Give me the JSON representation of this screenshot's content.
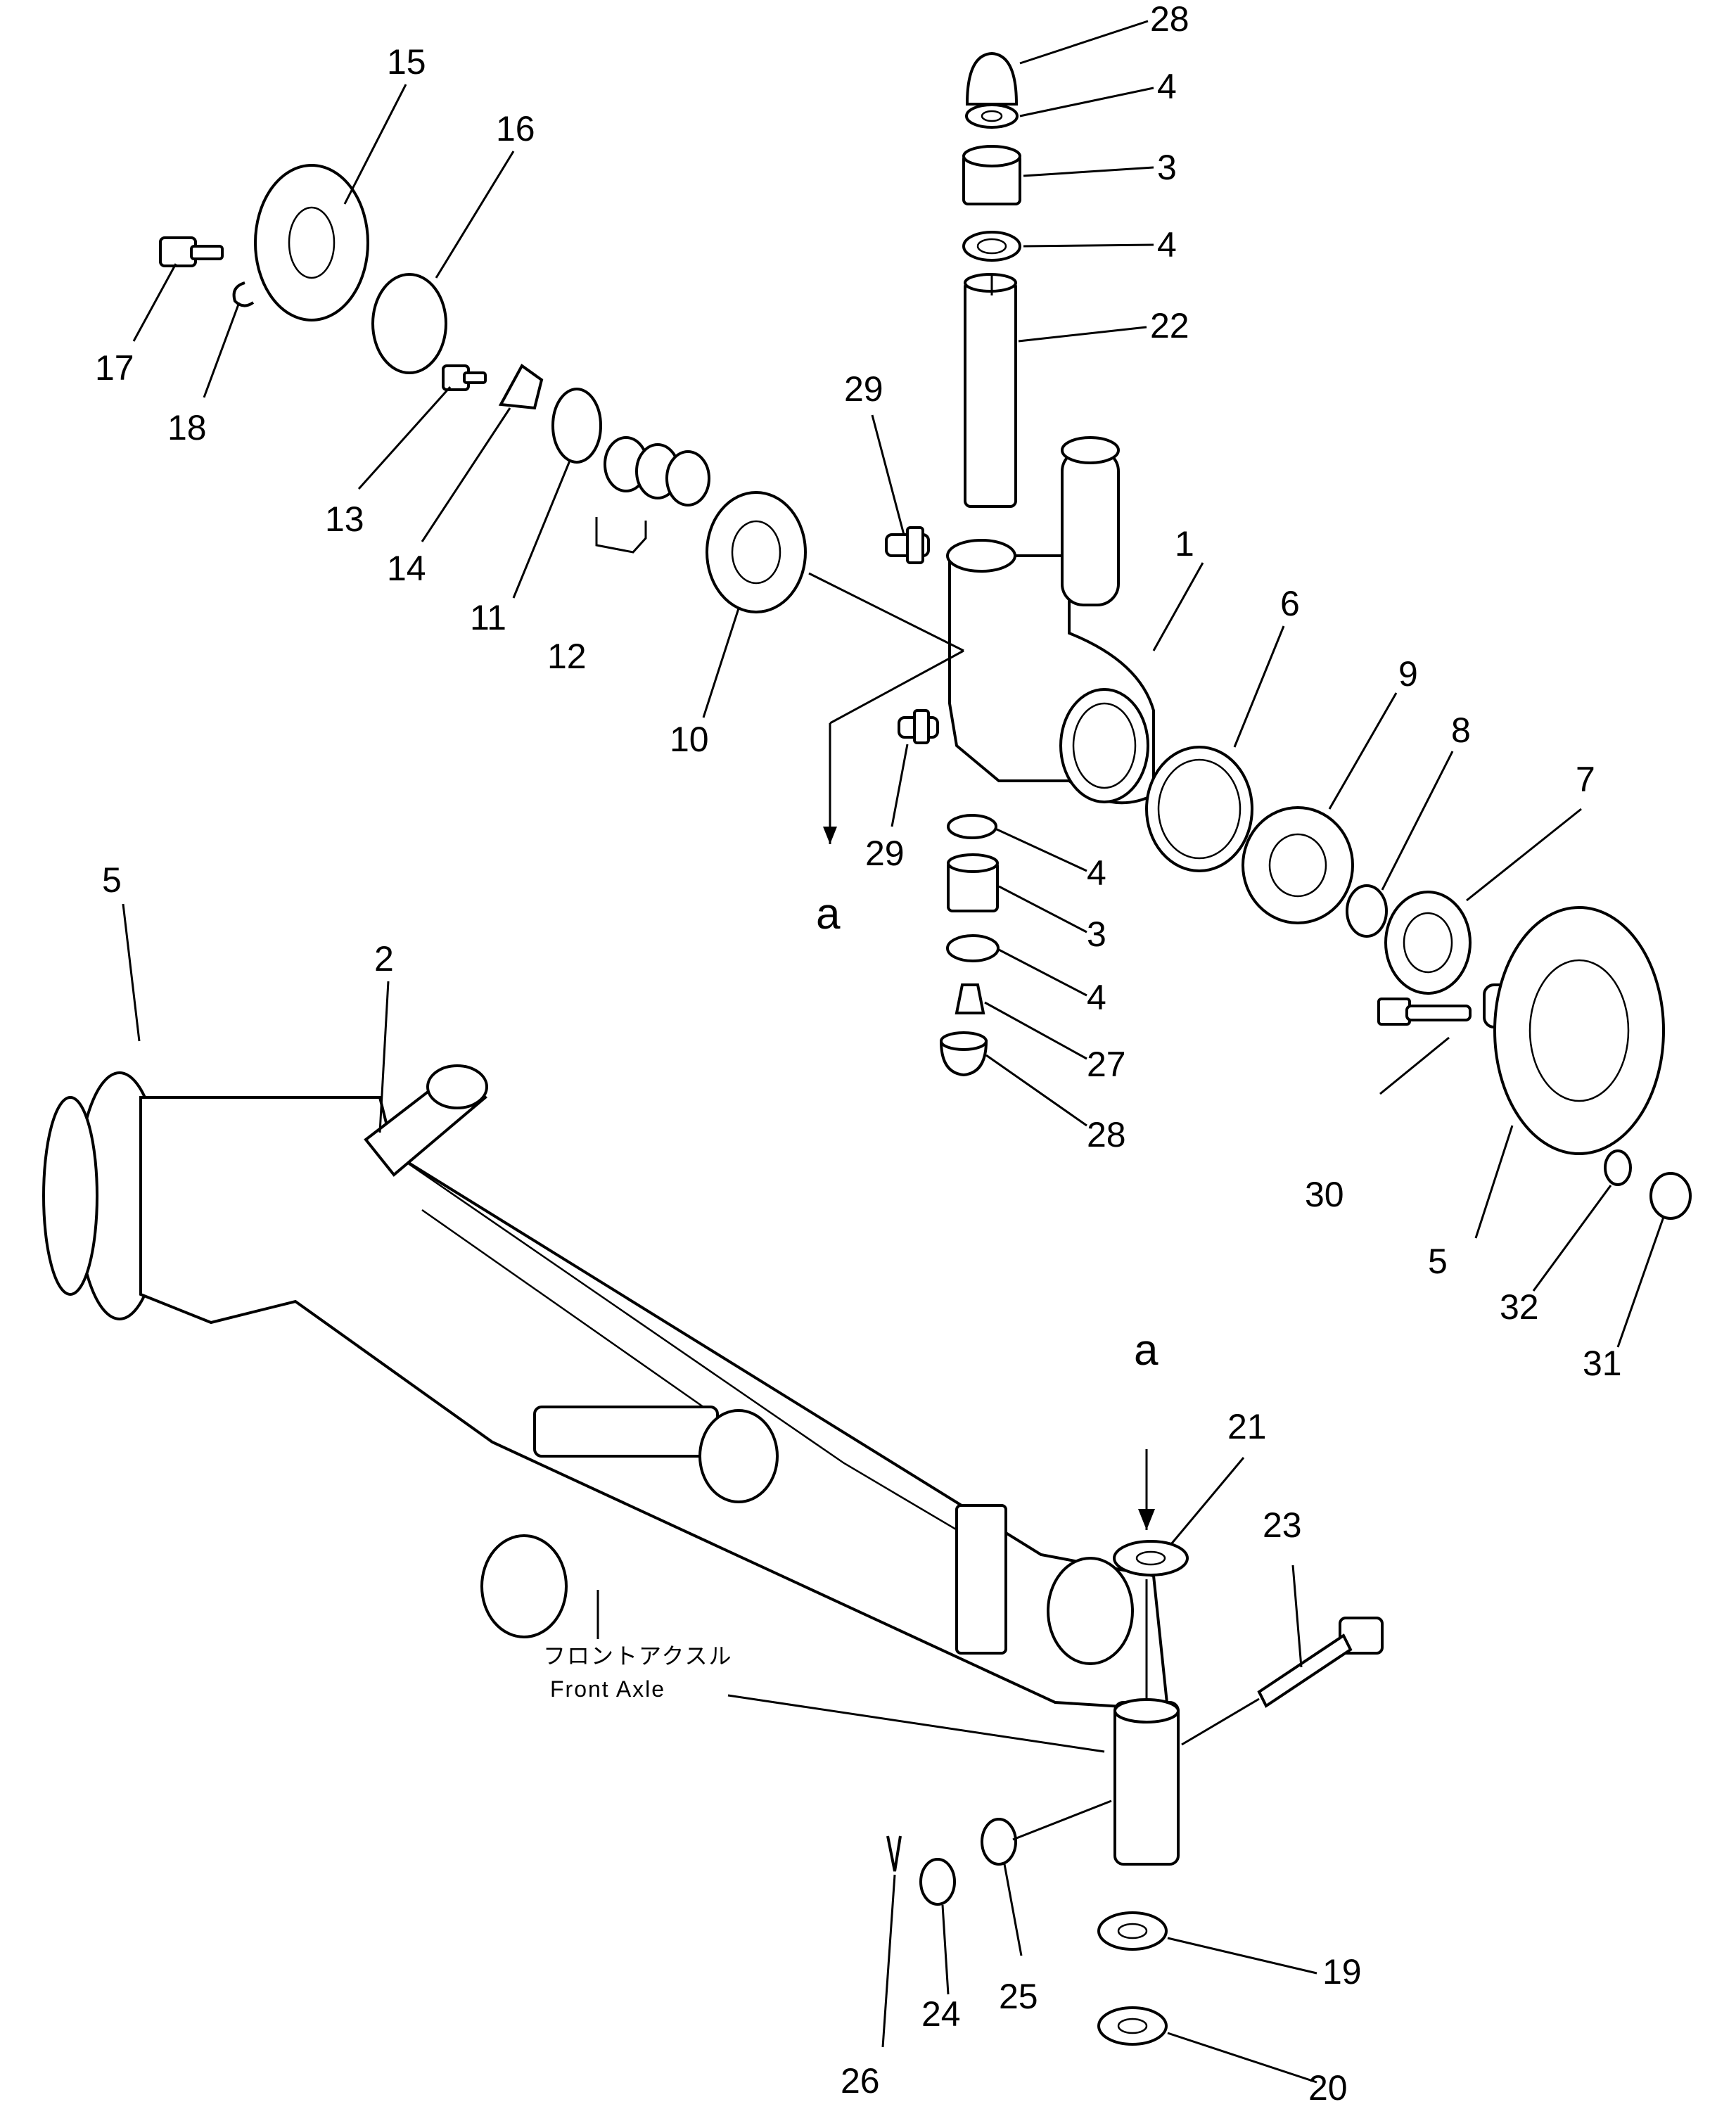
{
  "caption": {
    "jp": "フロントアクスル",
    "en": "Front Axle"
  },
  "view_markers": [
    "a",
    "a"
  ],
  "callouts": [
    "28",
    "4",
    "3",
    "4",
    "22",
    "15",
    "16",
    "17",
    "18",
    "29",
    "13",
    "14",
    "11",
    "12",
    "10",
    "1",
    "6",
    "9",
    "8",
    "7",
    "29",
    "4",
    "3",
    "4",
    "27",
    "28",
    "5",
    "2",
    "30",
    "5",
    "32",
    "31",
    "21",
    "23",
    "19",
    "20",
    "24",
    "25",
    "26"
  ]
}
